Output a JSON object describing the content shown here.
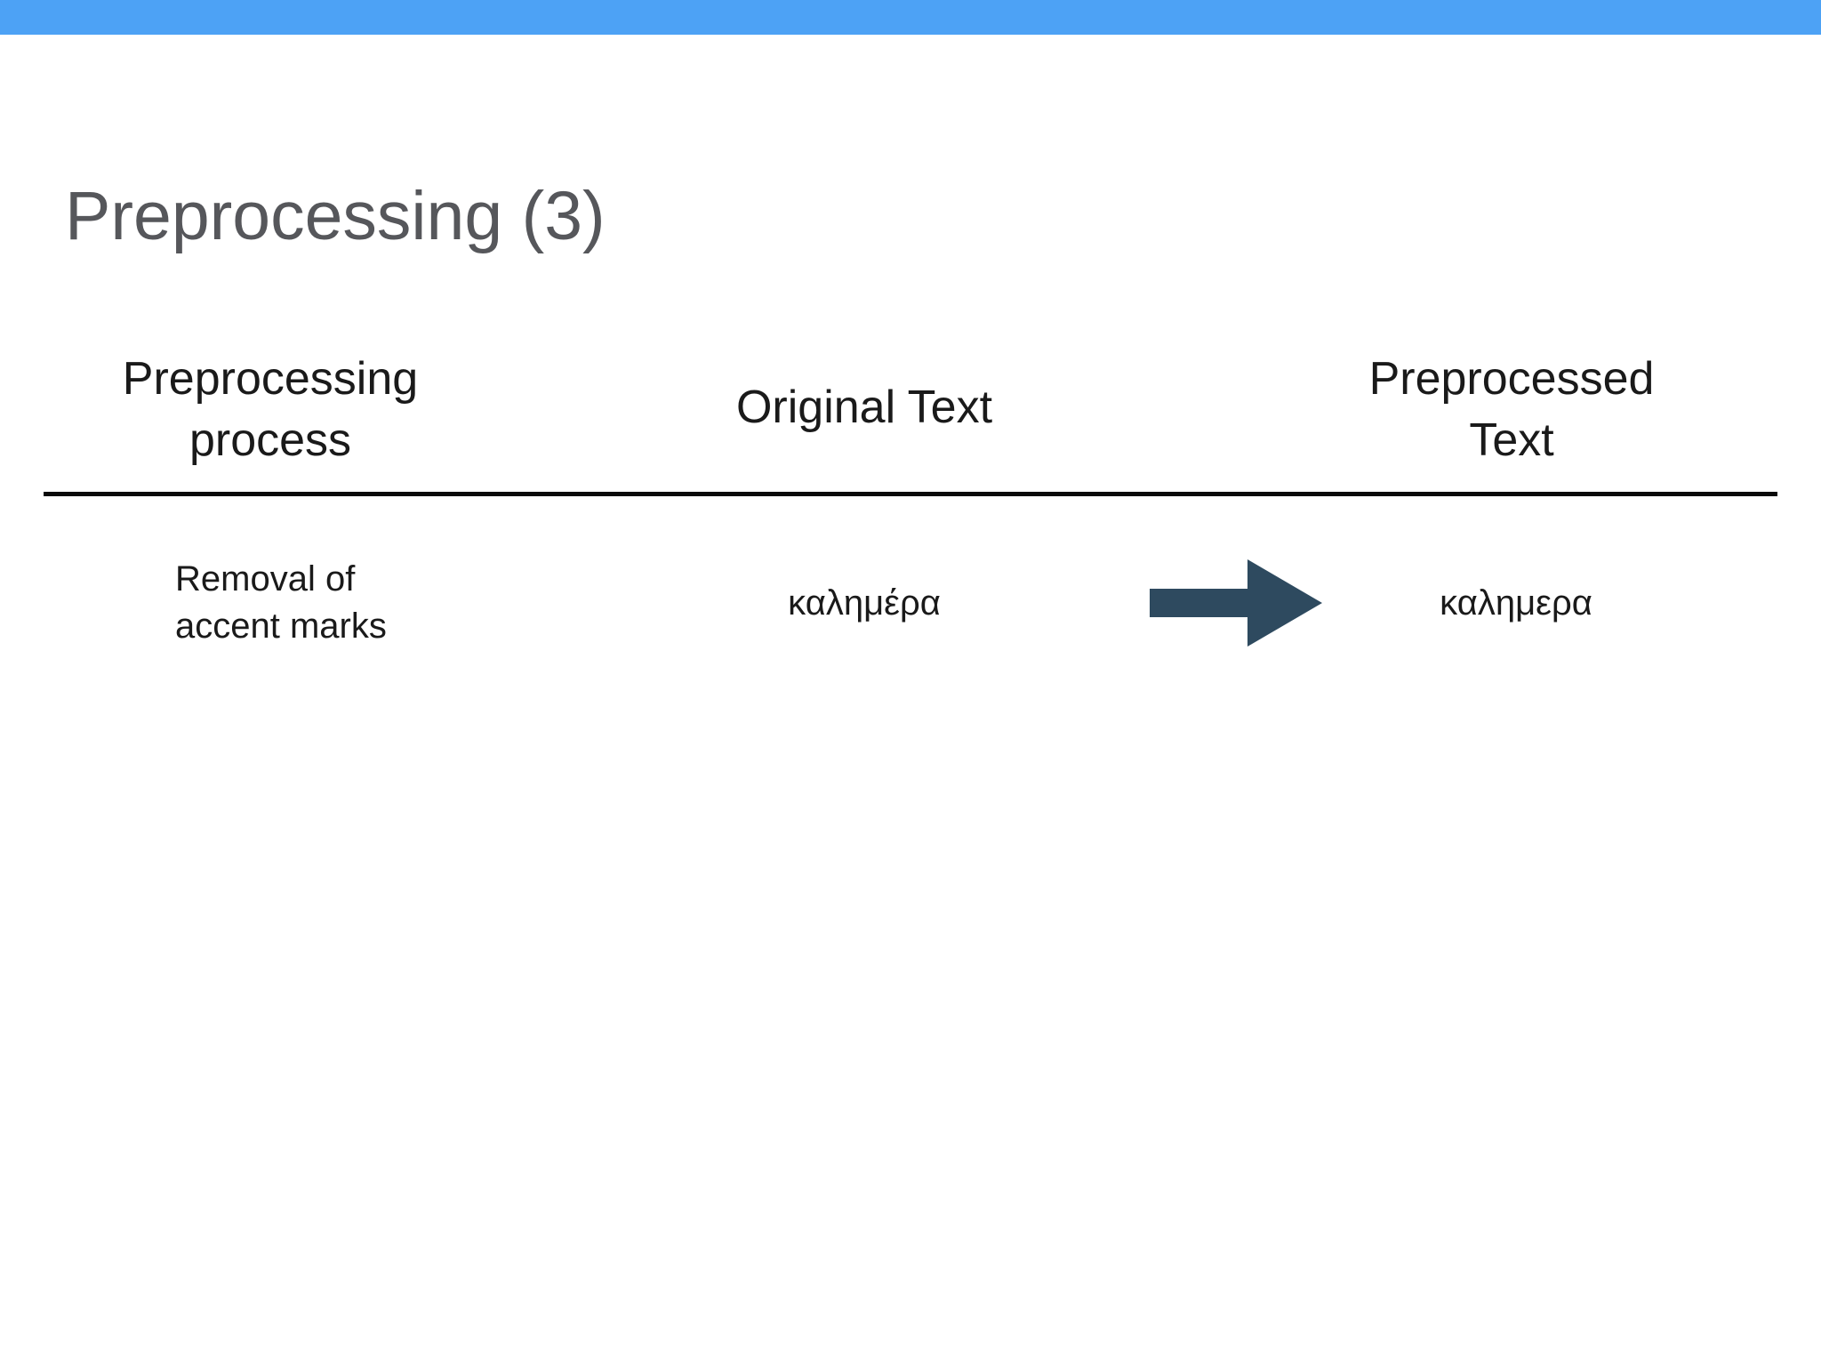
{
  "slide": {
    "title": "Preprocessing (3)"
  },
  "table": {
    "headers": {
      "process": "Preprocessing\nprocess",
      "original": "Original Text",
      "preprocessed": "Preprocessed\nText"
    },
    "row": {
      "process": "Removal of\naccent marks",
      "original": "καλημέρα",
      "arrow_icon": "right-arrow",
      "preprocessed": "καλημερα"
    }
  },
  "colors": {
    "top_bar": "#4DA2F5",
    "title_text": "#56575B",
    "body_text": "#1A1A1A",
    "arrow": "#2E4A5F",
    "rule": "#0A0A0A",
    "slide_bg": "#FFFFFF"
  }
}
